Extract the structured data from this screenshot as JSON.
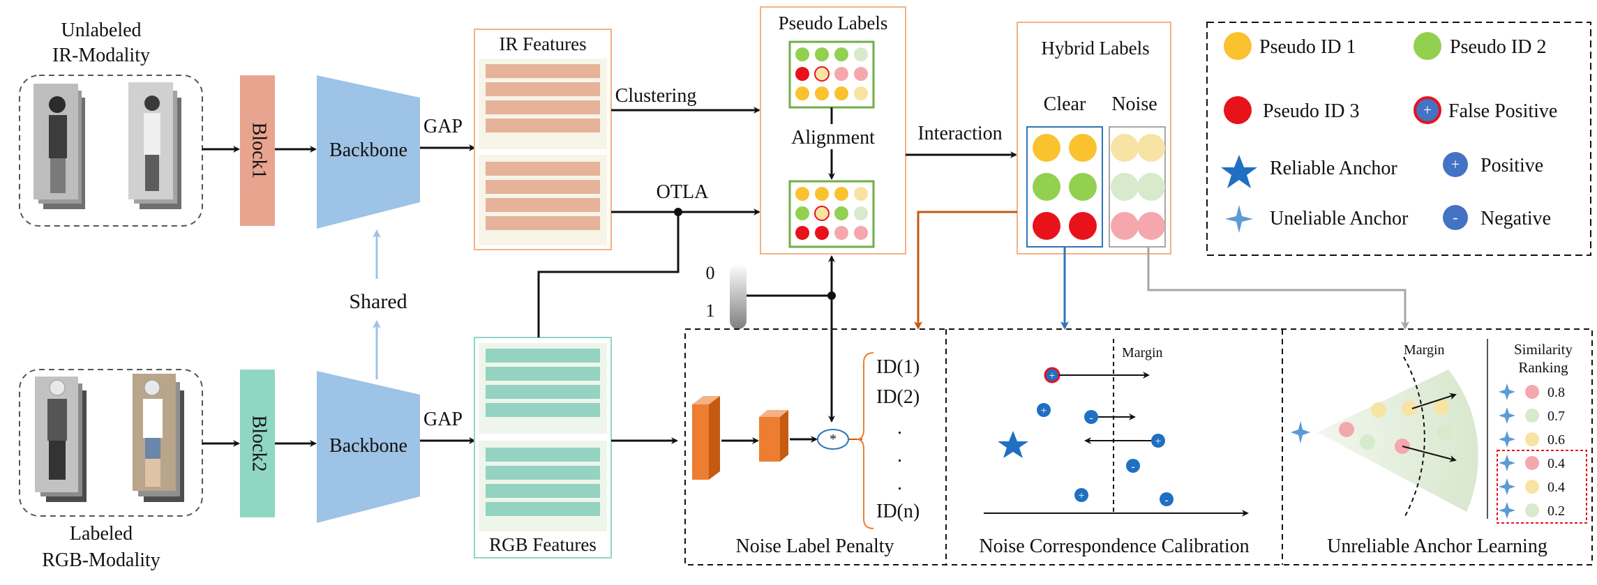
{
  "inputs": {
    "ir": {
      "line1": "Unlabeled",
      "line2": "IR-Modality"
    },
    "rgb": {
      "line1": "Labeled",
      "line2": "RGB-Modality"
    }
  },
  "blocks": {
    "block1": "Block1",
    "block2": "Block2"
  },
  "backbone": {
    "top": "Backbone",
    "bottom": "Backbone",
    "shared": "Shared"
  },
  "gap": {
    "top": "GAP",
    "bottom": "GAP"
  },
  "features": {
    "ir": "IR Features",
    "rgb": "RGB Features"
  },
  "flow": {
    "clustering": "Clustering",
    "otla": "OTLA",
    "alignment": "Alignment",
    "interaction": "Interaction",
    "switch_0": "0",
    "switch_1": "1"
  },
  "pseudo": {
    "title": "Pseudo Labels"
  },
  "hybrid": {
    "title": "Hybrid Labels",
    "clear": "Clear",
    "noise": "Noise"
  },
  "legend": {
    "pseudo_id_1": "Pseudo ID 1",
    "pseudo_id_2": "Pseudo ID 2",
    "pseudo_id_3": "Pseudo ID 3",
    "false_positive": "False Positive",
    "reliable_anchor": "Reliable Anchor",
    "positive": "Positive",
    "unreliable_anchor": "Uneliable Anchor",
    "negative": "Negative"
  },
  "penalty": {
    "title": "Noise Label Penalty",
    "ids": [
      "ID(1)",
      "ID(2)",
      ".",
      ".",
      ".",
      "ID(n)"
    ],
    "multiply": "*"
  },
  "calibration": {
    "title": "Noise Correspondence Calibration",
    "margin": "Margin"
  },
  "anchor": {
    "title": "Unreliable Anchor Learning",
    "margin": "Margin",
    "ranking_title_1": "Similarity",
    "ranking_title_2": "Ranking",
    "scores": [
      "0.8",
      "0.7",
      "0.6",
      "0.4",
      "0.4",
      "0.2"
    ]
  },
  "colors": {
    "yellow": "#F9C22E",
    "green": "#92D050",
    "red": "#E8121B",
    "yellow_light": "#F7E3A3",
    "green_light": "#D7EACB",
    "red_light": "#F4A7AD",
    "blue": "#1F6FC2",
    "block1": "#E8A48F",
    "block2": "#8FD6C3",
    "backbone": "#9DC3E6",
    "ir_bar": "#E6B29A",
    "rgb_bar": "#94D3C2",
    "orange": "#C55A11"
  }
}
